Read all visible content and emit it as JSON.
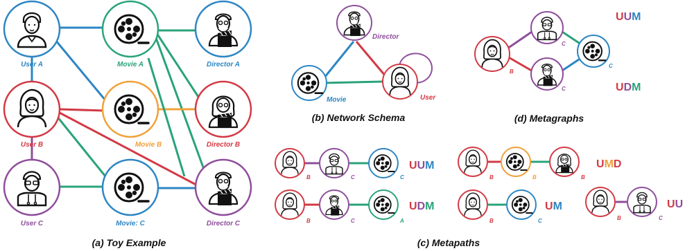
{
  "colors": {
    "user": "#d23a44",
    "movie": "#2e9a6e",
    "director": "#8e4e9b",
    "blue": "#2d86c4",
    "orange": "#f0a13a",
    "green": "#2aa37a",
    "purple": "#8e4e9b",
    "red": "#d23a44"
  },
  "toy": {
    "caption": "(a) Toy Example",
    "user_a": "User A",
    "user_b": "User B",
    "user_c": "User C",
    "movie_a": "Movie A",
    "movie_b": "Movie B",
    "movie_c": "Movie: C",
    "director_a": "Director A",
    "director_b": "Director B",
    "director_c": "Director C"
  },
  "schema": {
    "caption": "(b) Network Schema",
    "director": "Director",
    "movie": "Movie",
    "user": "User"
  },
  "metagraphs": {
    "caption": "(d) Metagraphs",
    "uum": [
      "U",
      "U",
      "M"
    ],
    "udm": [
      "U",
      "D",
      "M"
    ],
    "b": "B",
    "c1": "C",
    "c2": "C",
    "c3": "C"
  },
  "metapaths": {
    "caption": "(c) Metapaths",
    "uum": [
      "U",
      "U",
      "M"
    ],
    "udm": [
      "U",
      "D",
      "M"
    ],
    "umd": [
      "U",
      "M",
      "D"
    ],
    "um": [
      "U",
      "M"
    ],
    "uu": [
      "U",
      "U"
    ],
    "r1": [
      "B",
      "C",
      "C"
    ],
    "r2": [
      "B",
      "C",
      "A"
    ],
    "r3": [
      "B",
      "B",
      "B"
    ],
    "r4": [
      "B",
      "C"
    ],
    "r5": [
      "B",
      "C"
    ]
  }
}
